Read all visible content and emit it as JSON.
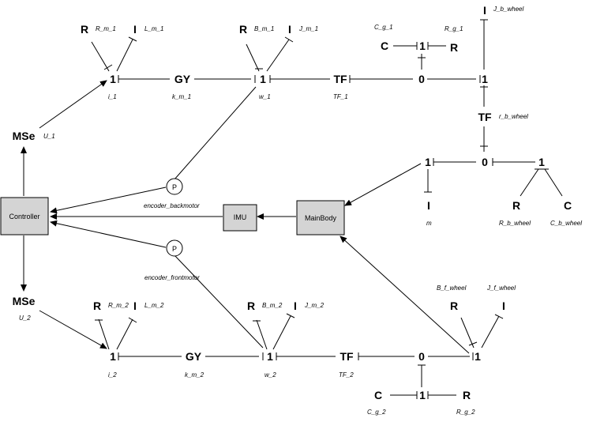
{
  "nodes": {
    "mse1": "MSe",
    "mse1_lbl": "U_1",
    "mse2": "MSe",
    "mse2_lbl": "U_2",
    "controller": "Controller",
    "imu": "IMU",
    "mainbody": "MainBody",
    "enc_back": "P",
    "enc_back_lbl": "encoder_backmotor",
    "enc_front": "P",
    "enc_front_lbl": "encoder_frontmotor",
    "r_m1": "R",
    "r_m1_lbl": "R_m_1",
    "l_m1": "I",
    "l_m1_lbl": "L_m_1",
    "j1_i1": "1",
    "j1_i1_lbl": "i_1",
    "gy1": "GY",
    "gy1_lbl": "k_m_1",
    "b_m1": "R",
    "b_m1_lbl": "B_m_1",
    "j_m1": "I",
    "j_m1_lbl": "J_m_1",
    "j1_w1": "1",
    "j1_w1_lbl": "w_1",
    "tf1": "TF",
    "tf1_lbl": "TF_1",
    "j0_top": "0",
    "c_g1": "C",
    "c_g1_lbl": "C_g_1",
    "j1_g1": "1",
    "r_g1": "R",
    "r_g1_lbl": "R_g_1",
    "j_bw": "I",
    "j_bw_lbl": "J_b_wheel",
    "j1_bw": "1",
    "tf_bw": "TF",
    "tf_bw_lbl": "r_b_wheel",
    "j0_mid": "0",
    "j1_m": "1",
    "i_m": "I",
    "i_m_lbl": "m",
    "j1_rc": "1",
    "r_bw": "R",
    "r_bw_lbl": "R_b_wheel",
    "c_bw": "C",
    "c_bw_lbl": "C_b_wheel",
    "r_m2": "R",
    "r_m2_lbl": "R_m_2",
    "l_m2": "I",
    "l_m2_lbl": "L_m_2",
    "j1_i2": "1",
    "j1_i2_lbl": "i_2",
    "gy2": "GY",
    "gy2_lbl": "k_m_2",
    "b_m2": "R",
    "b_m2_lbl": "B_m_2",
    "j_m2": "I",
    "j_m2_lbl": "J_m_2",
    "j1_w2": "1",
    "j1_w2_lbl": "w_2",
    "tf2": "TF",
    "tf2_lbl": "TF_2",
    "j0_bot": "0",
    "c_g2": "C",
    "c_g2_lbl": "C_g_2",
    "j1_g2": "1",
    "r_g2": "R",
    "r_g2_lbl": "R_g_2",
    "r_fw": "R",
    "r_fw_lbl": "B_f_wheel",
    "i_fw": "I",
    "i_fw_lbl": "J_f_wheel",
    "j1_fw": "1"
  }
}
